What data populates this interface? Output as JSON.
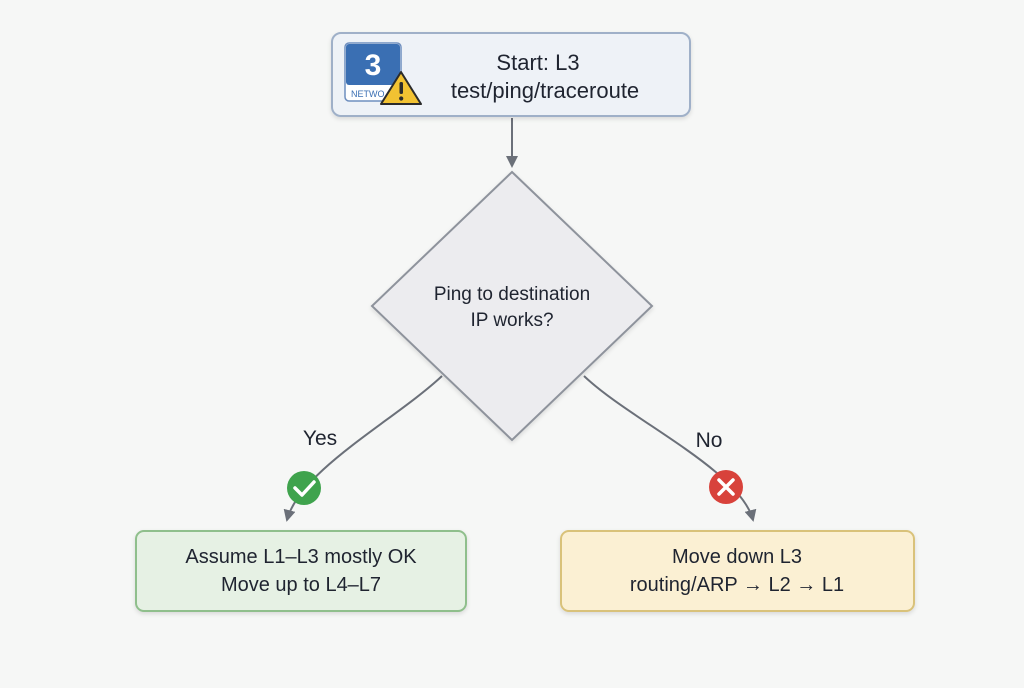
{
  "start": {
    "badge_number": "3",
    "badge_caption": "NETWO",
    "badge_icon": "network-layer-badge-icon",
    "warning_icon": "warning-triangle-icon",
    "line1": "Start: L3",
    "line2": "test/ping/traceroute"
  },
  "decision": {
    "line1": "Ping to destination",
    "line2": "IP works?"
  },
  "branches": {
    "yes_label": "Yes",
    "no_label": "No",
    "yes_icon": "check-circle-icon",
    "no_icon": "x-circle-icon"
  },
  "outcome_yes": {
    "line1": "Assume L1–L3 mostly OK",
    "line2": "Move up to L4–L7"
  },
  "outcome_no": {
    "line1": "Move down L3",
    "line2": "routing/ARP → L2 → L1"
  },
  "colors": {
    "start_fill": "#eef2f7",
    "start_stroke": "#9fb0c8",
    "decision_fill": "#ececef",
    "decision_stroke": "#8e939c",
    "yes_fill": "#e6f1e4",
    "yes_stroke": "#8fbf8c",
    "no_fill": "#fbf0d3",
    "no_stroke": "#d9c27a",
    "check_green": "#3fa34d",
    "x_red": "#d8423b",
    "arrow": "#6b7079",
    "badge_blue": "#3a6fb3",
    "warning_yellow": "#f2c232"
  }
}
